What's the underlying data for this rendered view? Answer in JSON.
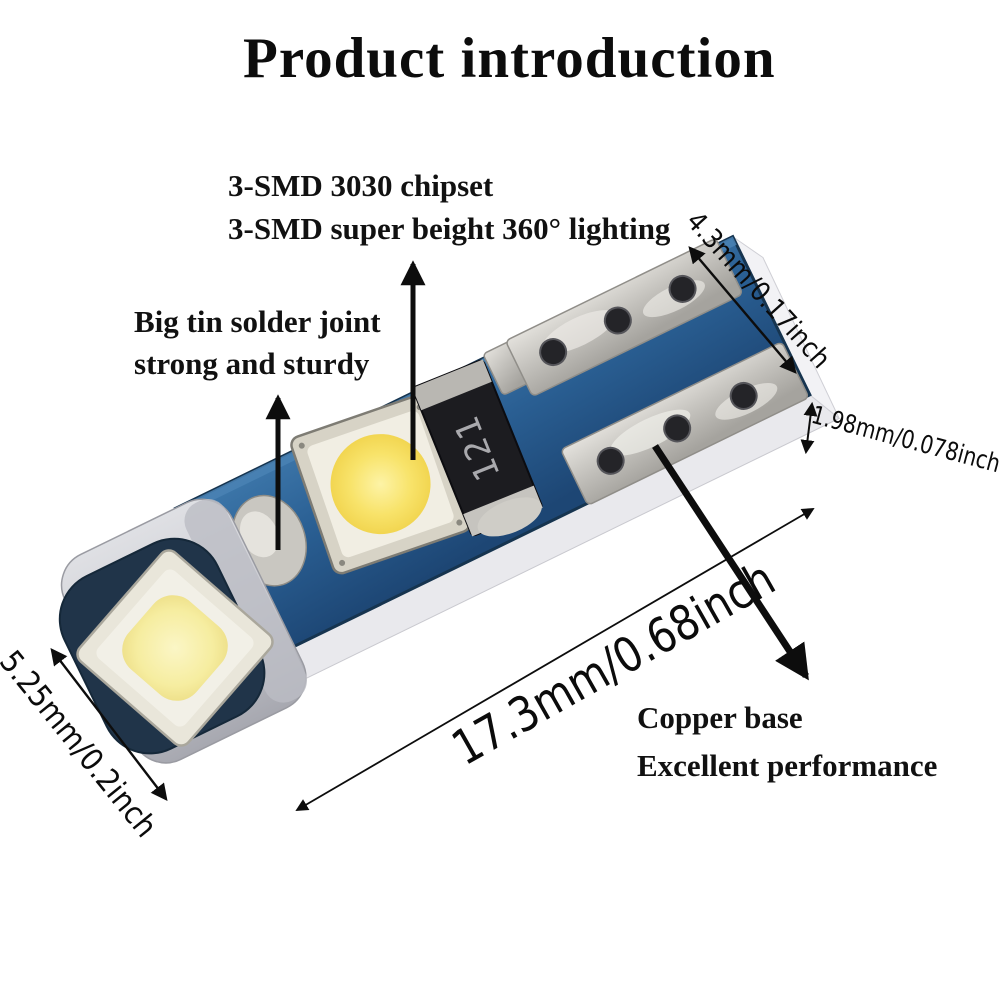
{
  "title": "Product introduction",
  "callouts": {
    "chipset": {
      "line1": "3-SMD 3030 chipset",
      "line2": "3-SMD super beight 360° lighting"
    },
    "solder": {
      "line1": "Big tin solder joint",
      "line2": "strong and sturdy"
    },
    "copper": {
      "line1": "Copper base",
      "line2": "Excellent performance"
    }
  },
  "dimensions": {
    "base_width": "4.3mm/0.17inch",
    "thickness": "1.98mm/0.078inch",
    "length": "17.3mm/0.68inch",
    "head_height": "5.25mm/0.2inch"
  },
  "product": {
    "chip_marking": "121",
    "colors": {
      "pcb_blue": "#2a5f93",
      "pcb_edge_dark": "#16344f",
      "collar_gray": "#c8c9cf",
      "led_phosphor_yellow": "#f8e36a",
      "ceramic_white": "#f1eee3",
      "metal_silver": "#c3c1bc",
      "chip_black": "#1c1c20",
      "annotation_black": "#0d0d0d"
    }
  }
}
